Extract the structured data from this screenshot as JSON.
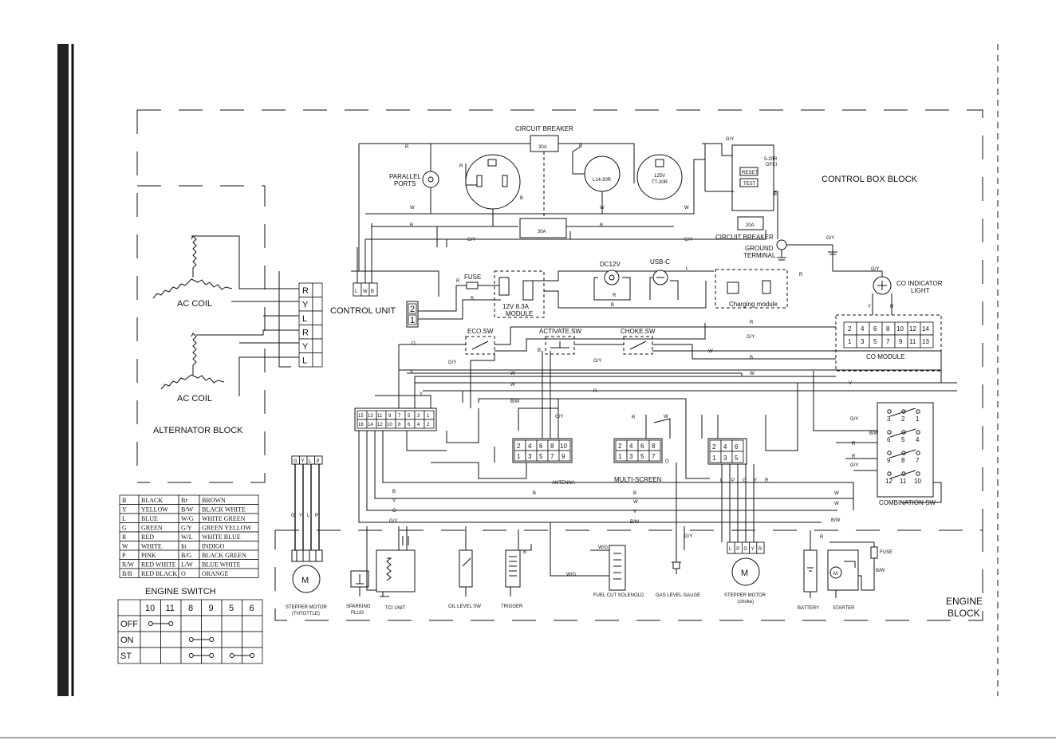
{
  "blocks": {
    "control_box": "CONTROL BOX BLOCK",
    "alternator": "ALTERNATOR BLOCK",
    "engine": [
      "ENGINE",
      "BLOCK"
    ]
  },
  "components": {
    "circuit_breaker_top": "CIRCUIT BREAKER",
    "cb_top_rating": "30A",
    "cb_bottom_rating": "30A",
    "circuit_breaker_right": "CIRCUIT BREAKER",
    "cb_right_rating": "20A",
    "parallel_ports": [
      "PARALLEL",
      "PORTS"
    ],
    "outlet_l14": "L14-30R",
    "outlet_tt": [
      "125V",
      "TT-30R"
    ],
    "gfci": [
      "5-20R",
      "GFCI"
    ],
    "gfci_reset": "RESET",
    "gfci_test": "TEST",
    "ground_terminal": [
      "GROUND",
      "TERMINAL"
    ],
    "ac_coil_top": "AC COIL",
    "ac_coil_bottom": "AC COIL",
    "control_unit": "CONTROL UNIT",
    "fuse": "FUSE",
    "module_12v": [
      "12V 8.3A",
      "MODULE"
    ],
    "dc12v": "DC12V",
    "usb_c": "USB-C",
    "charging_module": "Charging module",
    "co_indicator": [
      "CO INDICATOR",
      "LIGHT"
    ],
    "co_module": "CO MODULE",
    "eco_sw": "ECO.SW",
    "activate_sw": "ACTIVATE.SW",
    "choke_sw": "CHOKE.SW",
    "antenna": "ANTENNA",
    "multi_screen": "MULTI-SCREEN",
    "combination_sw": "COMBINATION SW",
    "stepper_throttle": [
      "STEPPER MOTOR",
      "(THTOTTLE)"
    ],
    "sparking_plug": [
      "SPARKING",
      "PLUG"
    ],
    "tci_unit": "TCI UNIT",
    "oil_level_sw": "OIL LEVEL SW",
    "trigger": "TRIGGER",
    "fuel_cut": "FUEL CUT SOLENOLD",
    "gas_level": "GAS LEVEL GAUGE",
    "stepper_choke": [
      "STEPPER MOTOR",
      "(choke)"
    ],
    "battery": "BATTERY",
    "starter": "STARTER",
    "fuse_engine": "FUSE",
    "motor_symbol": "M"
  },
  "alternator_terminals": [
    "R",
    "Y",
    "L",
    "R",
    "Y",
    "L"
  ],
  "control_unit_terminals": [
    "L",
    "W",
    "B"
  ],
  "control_unit_plug": [
    "2",
    "1"
  ],
  "co_module_pins": {
    "top": [
      "2",
      "4",
      "6",
      "8",
      "10",
      "12",
      "14"
    ],
    "bottom": [
      "1",
      "3",
      "5",
      "7",
      "9",
      "11",
      "13"
    ]
  },
  "main_connector": {
    "top": [
      "15",
      "13",
      "11",
      "9",
      "7",
      "5",
      "3",
      "1"
    ],
    "bottom": [
      "16",
      "14",
      "12",
      "10",
      "8",
      "6",
      "4",
      "2"
    ]
  },
  "conn_a": {
    "top": [
      "2",
      "4",
      "6",
      "8",
      "10"
    ],
    "bottom": [
      "1",
      "3",
      "5",
      "7",
      "9"
    ]
  },
  "conn_b": {
    "top": [
      "2",
      "4",
      "6",
      "8"
    ],
    "bottom": [
      "1",
      "3",
      "5",
      "7"
    ]
  },
  "conn_c": {
    "top": [
      "2",
      "4",
      "6"
    ],
    "bottom": [
      "1",
      "3",
      "5"
    ]
  },
  "comb_sw_pins": [
    [
      "3",
      "2",
      "1"
    ],
    [
      "6",
      "5",
      "4"
    ],
    [
      "9",
      "8",
      "7"
    ],
    [
      "12",
      "11",
      "10"
    ]
  ],
  "stepper_letters": [
    "L",
    "P",
    "G",
    "Y",
    "R"
  ],
  "stepper_throttle_letters": [
    "G",
    "Y",
    "L",
    "P"
  ],
  "wire_labels": {
    "R": "R",
    "W": "W",
    "B": "B",
    "GY": "G/Y",
    "L": "L",
    "O": "O",
    "Y": "Y",
    "V": "V",
    "BW": "B/W",
    "WG": "W/G",
    "P": "P"
  },
  "color_code_table": {
    "rows": [
      [
        "B",
        "BLACK",
        "Br",
        "BROWN"
      ],
      [
        "Y",
        "YELLOW",
        "B/W",
        "BLACK WHITE"
      ],
      [
        "L",
        "BLUE",
        "W/G",
        "WHITE GREEN"
      ],
      [
        "G",
        "GREEN",
        "G/Y",
        "GREEN YELLOW"
      ],
      [
        "R",
        "RED",
        "W/L",
        "WHITE BLUE"
      ],
      [
        "W",
        "WHITE",
        "In",
        "INDIGO"
      ],
      [
        "P",
        "PINK",
        "B/G",
        "BLACK GREEN"
      ],
      [
        "R/W",
        "RED WHITE",
        "L/W",
        "BLUE WHITE"
      ],
      [
        "B/B",
        "RED BLACK",
        "O",
        "ORANGE"
      ]
    ]
  },
  "engine_switch": {
    "title": "ENGINE SWITCH",
    "columns": [
      "10",
      "11",
      "8",
      "9",
      "5",
      "6"
    ],
    "rows": [
      "OFF",
      "ON",
      "ST"
    ]
  }
}
